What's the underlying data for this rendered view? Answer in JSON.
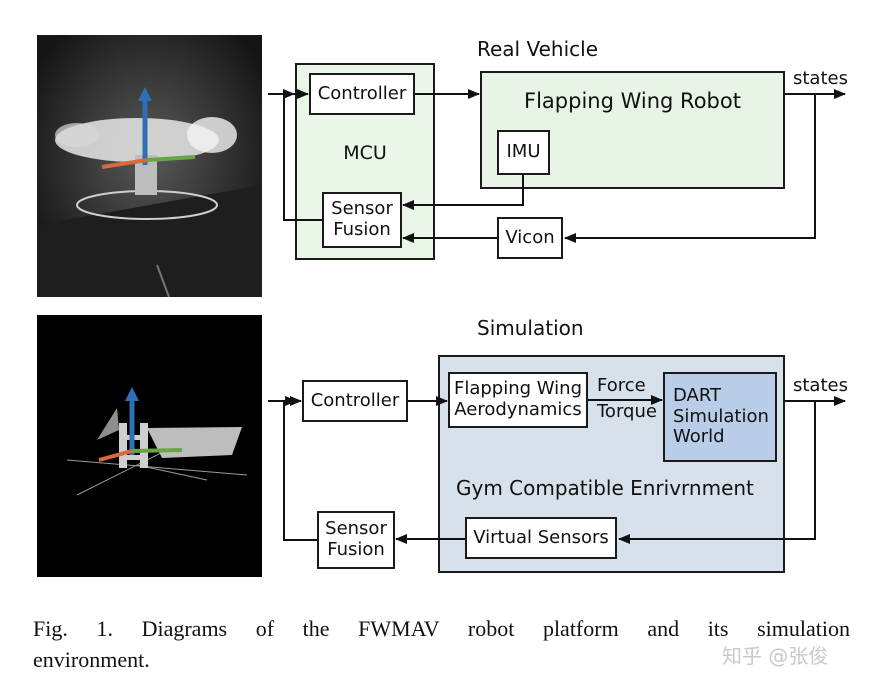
{
  "top": {
    "title": "Real Vehicle",
    "mcu_label": "MCU",
    "controller": "Controller",
    "robot": "Flapping Wing Robot",
    "imu": "IMU",
    "sensor_fusion_line1": "Sensor",
    "sensor_fusion_line2": "Fusion",
    "vicon": "Vicon",
    "states": "states"
  },
  "bottom": {
    "title": "Simulation",
    "controller": "Controller",
    "aero_line1": "Flapping Wing",
    "aero_line2": "Aerodynamics",
    "force": "Force",
    "torque": "Torque",
    "dart_line1": "DART",
    "dart_line2": "Simulation",
    "dart_line3": "World",
    "gym_env": "Gym Compatible Enrivrnment",
    "virtual_sensors": "Virtual Sensors",
    "sensor_fusion_line1": "Sensor",
    "sensor_fusion_line2": "Fusion",
    "states": "states"
  },
  "caption": {
    "line1": "Fig.  1.    Diagrams  of  the  FWMAV  robot  platform  and  its  simulation",
    "line2": "environment."
  },
  "watermark": "知乎 @张俊",
  "colors": {
    "mcu_fill": "#eaf6e8",
    "robot_fill": "#e8f5e6",
    "gym_fill": "#d7e1ec",
    "dart_fill": "#b9cde8",
    "photo_bg": "#0a0a0a",
    "axis_blue": "#2e6fb5",
    "axis_green": "#6aa544",
    "axis_orange": "#d9683a"
  }
}
